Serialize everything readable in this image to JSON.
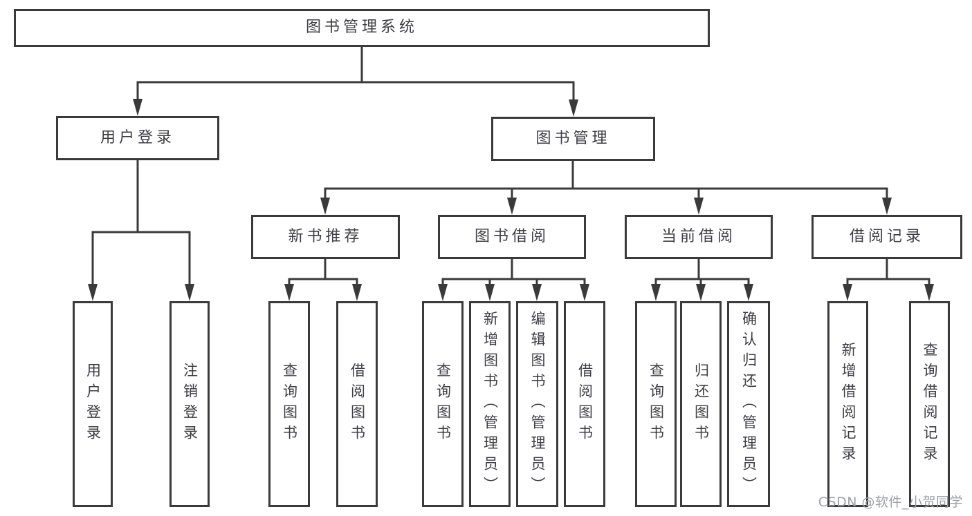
{
  "colors": {
    "line": "#3a3a3a",
    "text": "#3d3d45",
    "box_background": "#ffffff",
    "watermark": "#9da0a4"
  },
  "watermark": {
    "text": "CSDN @软件_小贺同学"
  },
  "tree": {
    "label": "图书管理系统",
    "children": [
      {
        "label": "用户登录",
        "children": [
          {
            "label": "用户登录"
          },
          {
            "label": "注销登录"
          }
        ]
      },
      {
        "label": "图书管理",
        "children": [
          {
            "label": "新书推荐",
            "children": [
              {
                "label": "查询图书"
              },
              {
                "label": "借阅图书"
              }
            ]
          },
          {
            "label": "图书借阅",
            "children": [
              {
                "label": "查询图书"
              },
              {
                "label": "新增图书（管理员）"
              },
              {
                "label": "编辑图书（管理员）"
              },
              {
                "label": "借阅图书"
              }
            ]
          },
          {
            "label": "当前借阅",
            "children": [
              {
                "label": "查询图书"
              },
              {
                "label": "归还图书"
              },
              {
                "label": "确认归还（管理员）"
              }
            ]
          },
          {
            "label": "借阅记录",
            "children": [
              {
                "label": "新增借阅记录"
              },
              {
                "label": "查询借阅记录"
              }
            ]
          }
        ]
      }
    ]
  }
}
